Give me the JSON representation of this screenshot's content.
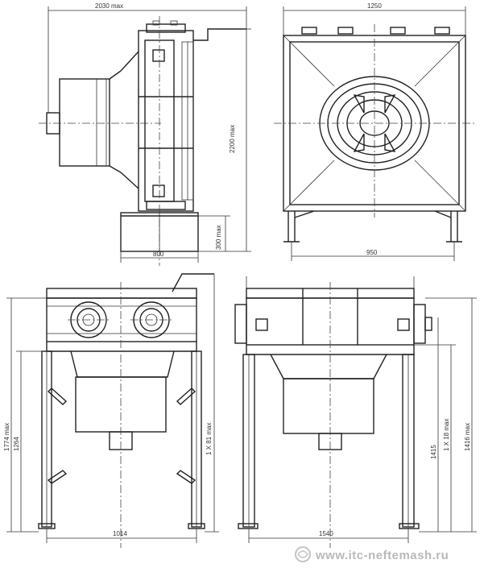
{
  "views": {
    "side": {
      "dim_top": "2030 max",
      "dim_height": "2200 max",
      "dim_base_height": "300 max",
      "dim_base_width": "800"
    },
    "front": {
      "dim_top": "1250",
      "dim_bottom": "950"
    },
    "left_bottom": {
      "dim_outer": "1774 max",
      "dim_inner": "1264",
      "dim_right": "1 X 81 max",
      "dim_bottom": "1014"
    },
    "right_bottom": {
      "dim_outer": "1416 max",
      "dim_inner": "1 X 18 max",
      "dim_right": "1415",
      "dim_bottom": "1540"
    }
  },
  "watermark": "www.itc-neftemash.ru",
  "watermark_logo": "itc-neftemash-logo"
}
